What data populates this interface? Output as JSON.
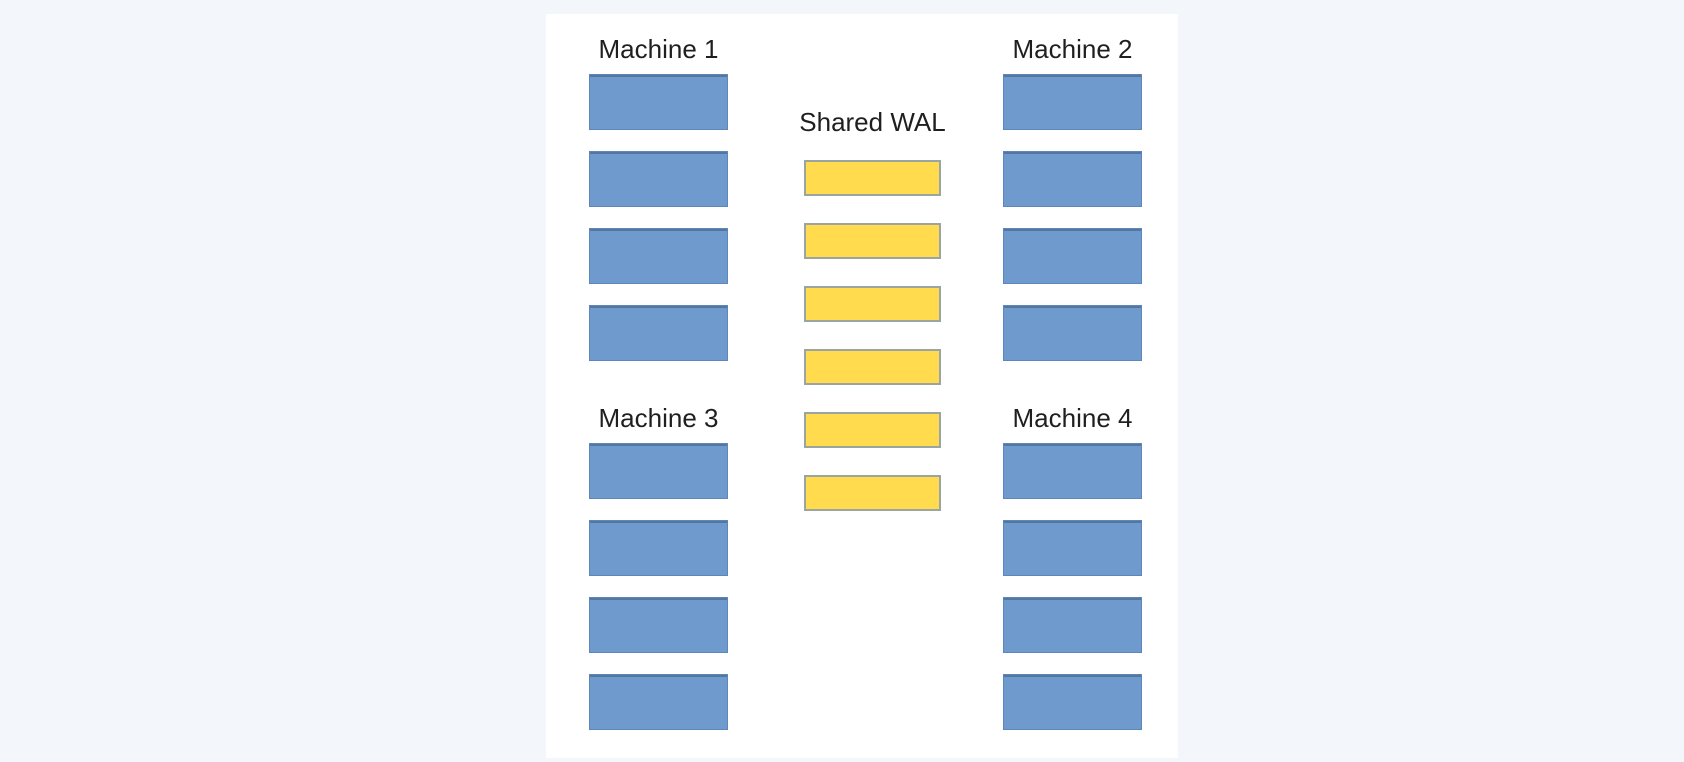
{
  "page": {
    "background_color": "#f3f6fa",
    "panel_background_color": "#ffffff"
  },
  "diagram": {
    "machines": [
      {
        "label": "Machine 1",
        "position": "top-left",
        "block_count": 4
      },
      {
        "label": "Machine 2",
        "position": "top-right",
        "block_count": 4
      },
      {
        "label": "Machine 3",
        "position": "bottom-left",
        "block_count": 4
      },
      {
        "label": "Machine 4",
        "position": "bottom-right",
        "block_count": 4
      }
    ],
    "shared_wal": {
      "label": "Shared WAL",
      "segment_count": 6
    },
    "colors": {
      "machine_block_fill": "#6f9ace",
      "machine_block_border": "#5e86ba",
      "wal_segment_fill": "#ffdb4d",
      "wal_segment_border": "#9aa5a2",
      "label_text": "#1f1f1f"
    }
  }
}
